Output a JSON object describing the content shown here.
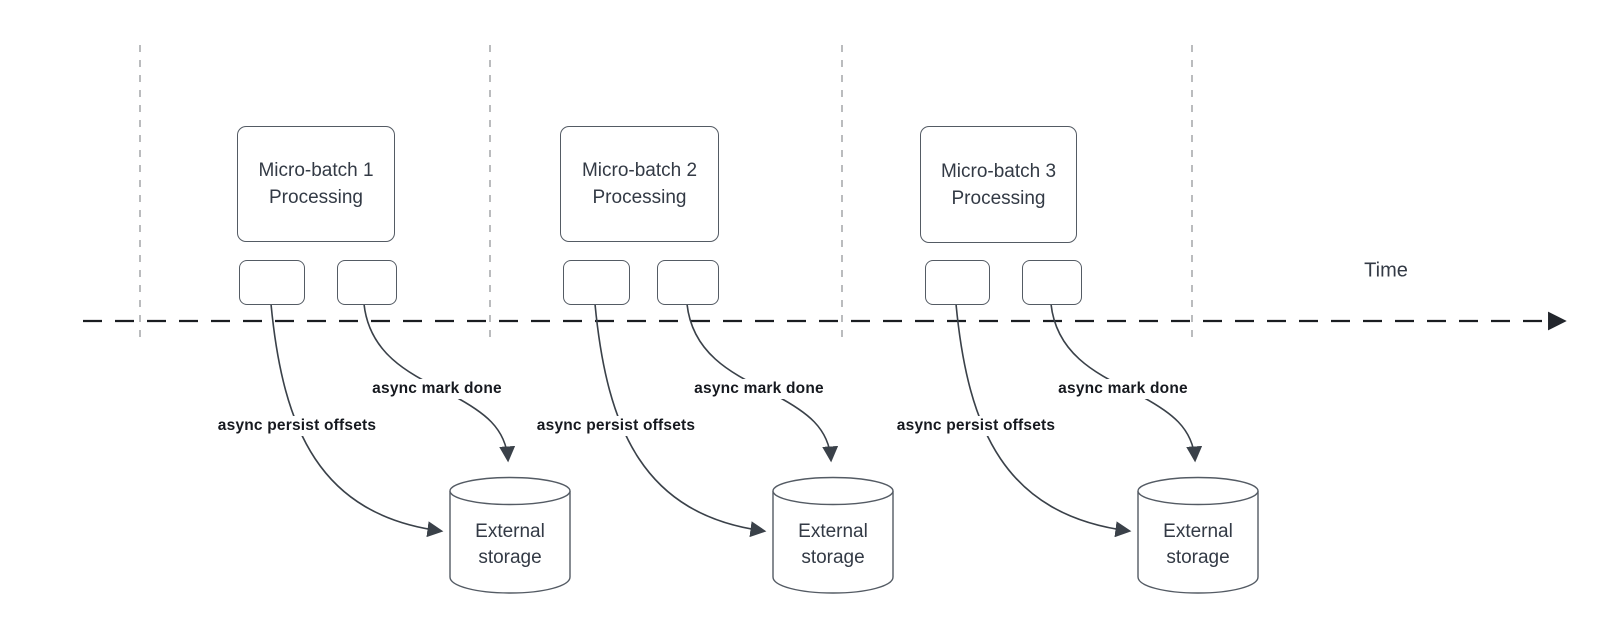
{
  "diagram": {
    "time_axis": {
      "label": "Time"
    },
    "groups": [
      {
        "batch_title_line1": "Micro-batch 1",
        "batch_title_line2": "Processing",
        "persist_arrow_label": "async persist offsets",
        "done_arrow_label": "async mark done",
        "storage_line1": "External",
        "storage_line2": "storage"
      },
      {
        "batch_title_line1": "Micro-batch 2",
        "batch_title_line2": "Processing",
        "persist_arrow_label": "async persist offsets",
        "done_arrow_label": "async mark done",
        "storage_line1": "External",
        "storage_line2": "storage"
      },
      {
        "batch_title_line1": "Micro-batch 3",
        "batch_title_line2": "Processing",
        "persist_arrow_label": "async persist offsets",
        "done_arrow_label": "async mark done",
        "storage_line1": "External",
        "storage_line2": "storage"
      }
    ],
    "colors": {
      "shape_stroke": "#545b64",
      "arrow_stroke": "#3a4149",
      "timeline_stroke": "#1a1d21",
      "guide_line_stroke": "#aaacae",
      "label_text": "#16191f",
      "shape_text": "#333a45"
    }
  }
}
